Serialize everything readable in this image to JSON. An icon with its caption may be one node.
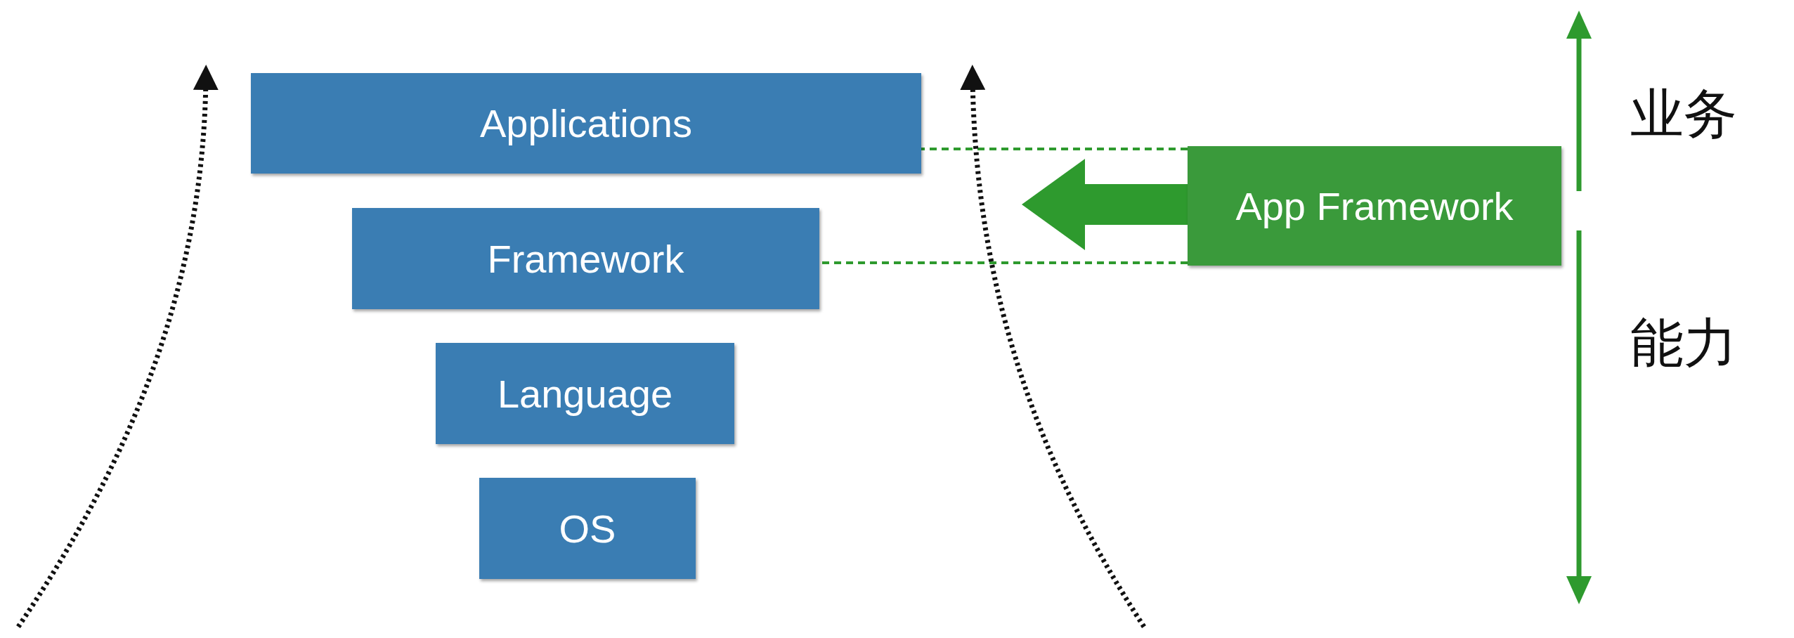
{
  "diagram": {
    "nodes": [
      {
        "text": [
          "Applications"
        ]
      },
      {
        "text": [
          "Framework"
        ]
      },
      {
        "text": [
          "Language"
        ]
      },
      {
        "text": [
          "OS"
        ]
      },
      {
        "text": [
          "App Framework"
        ]
      }
    ],
    "edges": [
      {
        "from": 4,
        "to": 0,
        "arrow": "none",
        "style": "dashed"
      },
      {
        "from": 4,
        "to": 1,
        "arrow": "none",
        "style": "dashed"
      },
      {
        "from": 4,
        "to": null,
        "arrow": "to",
        "style": "thick"
      }
    ],
    "labels": [
      "业务",
      "能力"
    ]
  }
}
